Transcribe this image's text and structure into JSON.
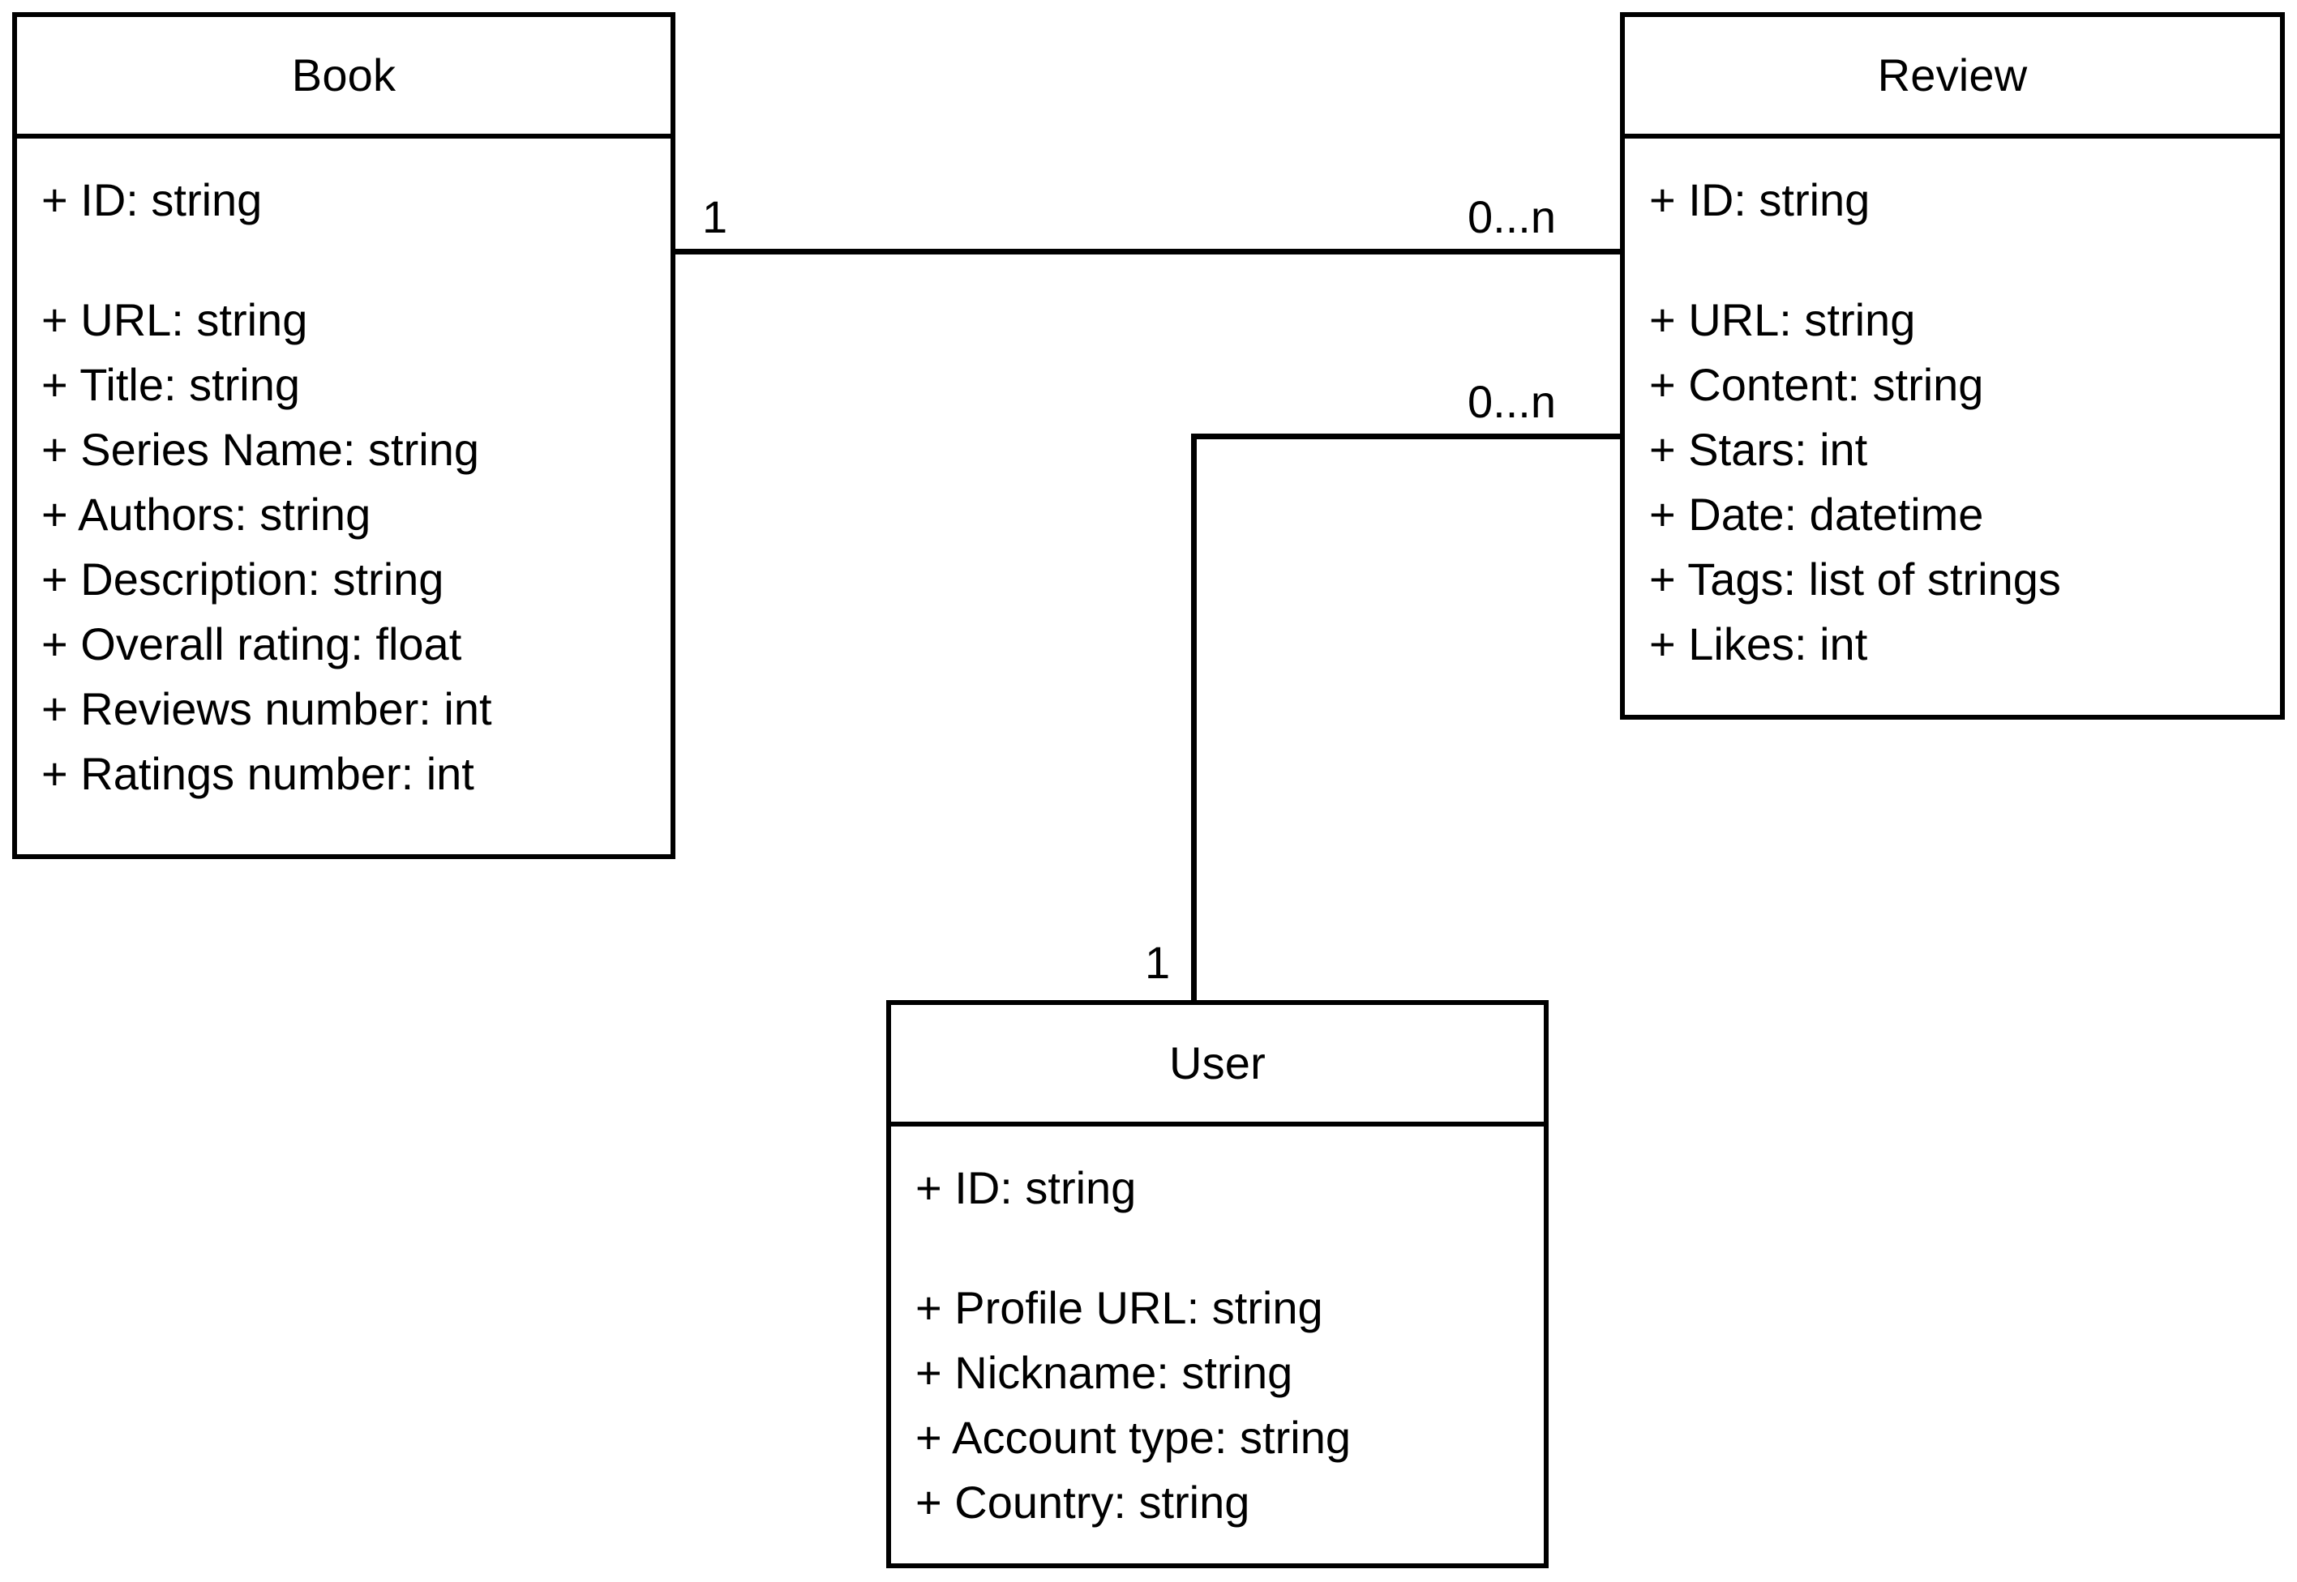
{
  "diagram": {
    "type": "uml-class-diagram",
    "background_color": "#ffffff",
    "stroke_color": "#000000",
    "classes": [
      {
        "id": "book",
        "name": "Book",
        "attributes": [
          "+ ID: string",
          "+ URL: string",
          "+ Title: string",
          "+ Series Name: string",
          "+ Authors: string",
          "+ Description: string",
          "+ Overall rating: float",
          "+ Reviews number: int",
          "+ Ratings number: int"
        ]
      },
      {
        "id": "review",
        "name": "Review",
        "attributes": [
          "+ ID: string",
          "+ URL: string",
          "+ Content: string",
          "+ Stars: int",
          "+ Date: datetime",
          "+ Tags: list of strings",
          "+ Likes: int"
        ]
      },
      {
        "id": "user",
        "name": "User",
        "attributes": [
          "+ ID: string",
          "+ Profile URL: string",
          "+ Nickname: string",
          "+ Account type: string",
          "+ Country: string"
        ]
      }
    ],
    "associations": [
      {
        "id": "book-review",
        "from": "book",
        "to": "review",
        "source_multiplicity": "1",
        "target_multiplicity": "0...n"
      },
      {
        "id": "user-review",
        "from": "user",
        "to": "review",
        "source_multiplicity": "1",
        "target_multiplicity": "0...n"
      }
    ]
  }
}
